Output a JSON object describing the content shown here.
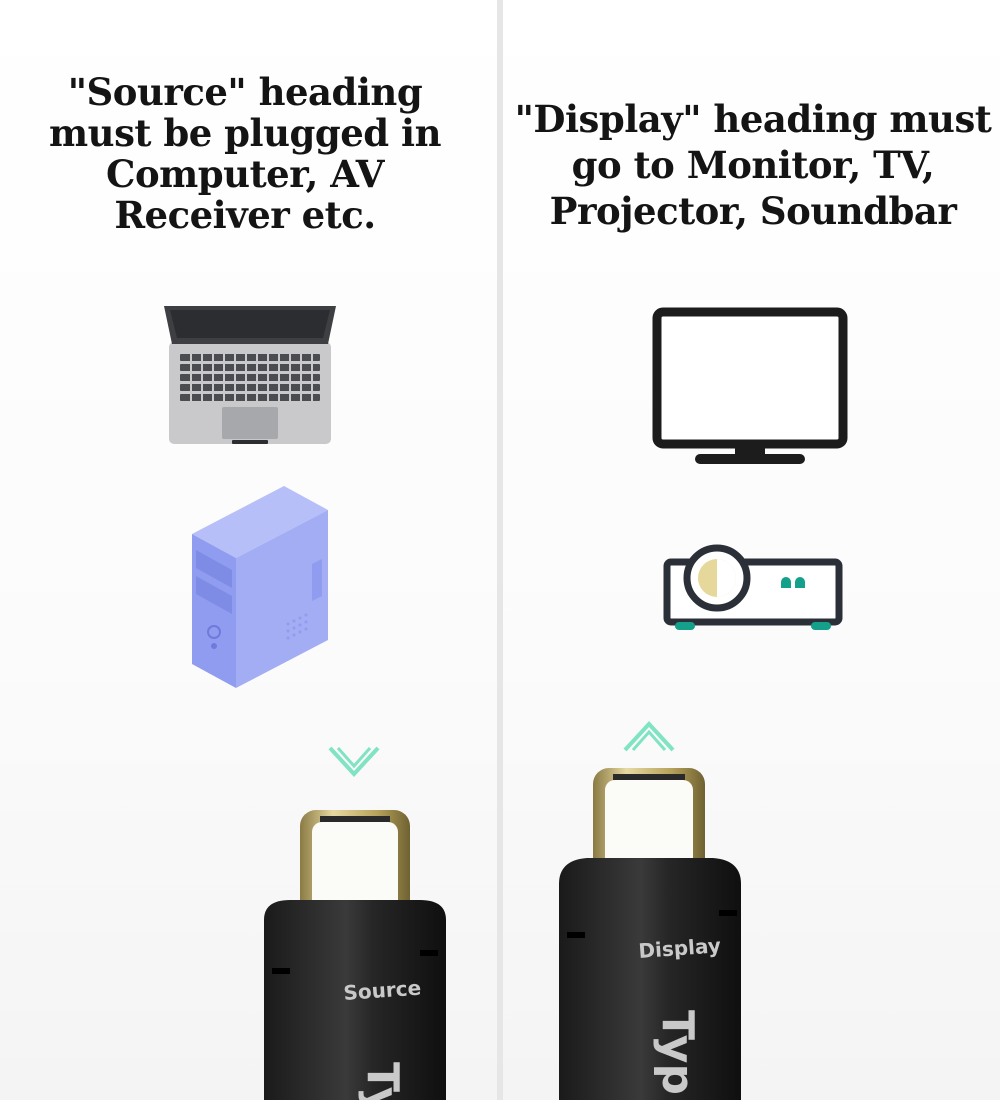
{
  "source_panel": {
    "heading_lines": [
      "\"Source\" heading",
      "must be plugged in",
      "Computer, AV",
      "Receiver etc."
    ],
    "connector_label": "Source",
    "connector_type_text": "Ty",
    "icons": [
      "laptop-icon",
      "desktop-tower-icon",
      "chevron-down-icon"
    ]
  },
  "display_panel": {
    "heading_lines": [
      "\"Display\" heading must",
      "go to Monitor, TV,",
      "Projector, Soundbar"
    ],
    "connector_label": "Display",
    "connector_type_text": "Typ",
    "icons": [
      "monitor-icon",
      "projector-icon",
      "chevron-up-icon"
    ]
  },
  "colors": {
    "heading": "#141414",
    "arrow": "#7fe3c4",
    "tower": "#9aa6f2",
    "projector_teal": "#14a08a",
    "projector_lens_gold": "#e6d79b",
    "icon_dark": "#1c1c1c"
  }
}
